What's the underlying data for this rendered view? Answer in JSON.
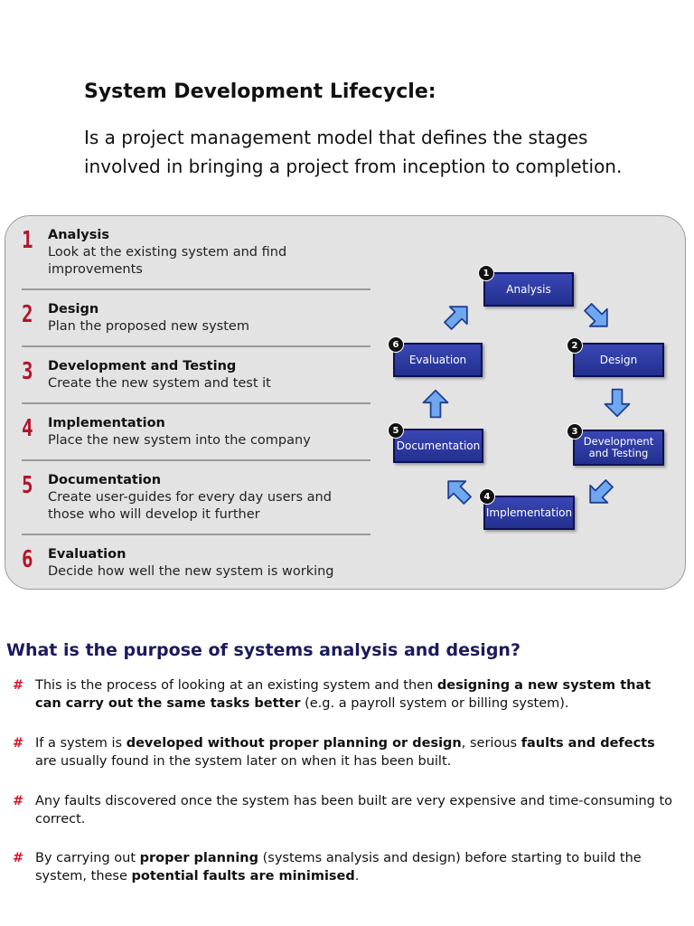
{
  "heading": "System Development Lifecycle:",
  "intro": "Is a project management model that defines the stages involved in bringing a project from inception to completion.",
  "stages": [
    {
      "num": "1",
      "title": "Analysis",
      "desc": "Look at the existing system and find improvements"
    },
    {
      "num": "2",
      "title": "Design",
      "desc": "Plan the proposed new system"
    },
    {
      "num": "3",
      "title": "Development and Testing",
      "desc": "Create the new system and test it"
    },
    {
      "num": "4",
      "title": "Implementation",
      "desc": "Place the new system into the company"
    },
    {
      "num": "5",
      "title": "Documentation",
      "desc": "Create user-guides for every day users and those who will develop it further"
    },
    {
      "num": "6",
      "title": "Evaluation",
      "desc": "Decide how well the new system is working"
    }
  ],
  "cycle": [
    {
      "num": "1",
      "label": "Analysis"
    },
    {
      "num": "2",
      "label": "Design"
    },
    {
      "num": "3",
      "label": "Development and Testing"
    },
    {
      "num": "4",
      "label": "Implementation"
    },
    {
      "num": "5",
      "label": "Documentation"
    },
    {
      "num": "6",
      "label": "Evaluation"
    }
  ],
  "question": "What is the purpose of systems analysis and design?",
  "bullet_marker": "#",
  "bullets": [
    {
      "segments": [
        {
          "t": "This is the process of looking at an existing system and then ",
          "b": false
        },
        {
          "t": "designing a new system that can carry out the same tasks better",
          "b": true
        },
        {
          "t": " (e.g. a payroll system or billing system).",
          "b": false
        }
      ]
    },
    {
      "segments": [
        {
          "t": "If a system is ",
          "b": false
        },
        {
          "t": "developed without proper planning or design",
          "b": true
        },
        {
          "t": ", serious ",
          "b": false
        },
        {
          "t": "faults and defects",
          "b": true
        },
        {
          "t": " are usually found in the system later on when it has been built.",
          "b": false
        }
      ]
    },
    {
      "segments": [
        {
          "t": "Any faults discovered once the system has been built are very expensive and time-consuming to correct.",
          "b": false
        }
      ]
    },
    {
      "segments": [
        {
          "t": "By carrying out ",
          "b": false
        },
        {
          "t": "proper planning",
          "b": true
        },
        {
          "t": " (systems analysis and design) before starting to build the system, these ",
          "b": false
        },
        {
          "t": "potential faults are minimised",
          "b": true
        },
        {
          "t": ".",
          "b": false
        }
      ]
    }
  ],
  "colors": {
    "stage_number": "#b0162a",
    "box_fill": "#2b3aa3",
    "arrow_fill": "#6fa8ef",
    "question_text": "#1a1a5c",
    "bullet_marker": "#d6152b"
  }
}
